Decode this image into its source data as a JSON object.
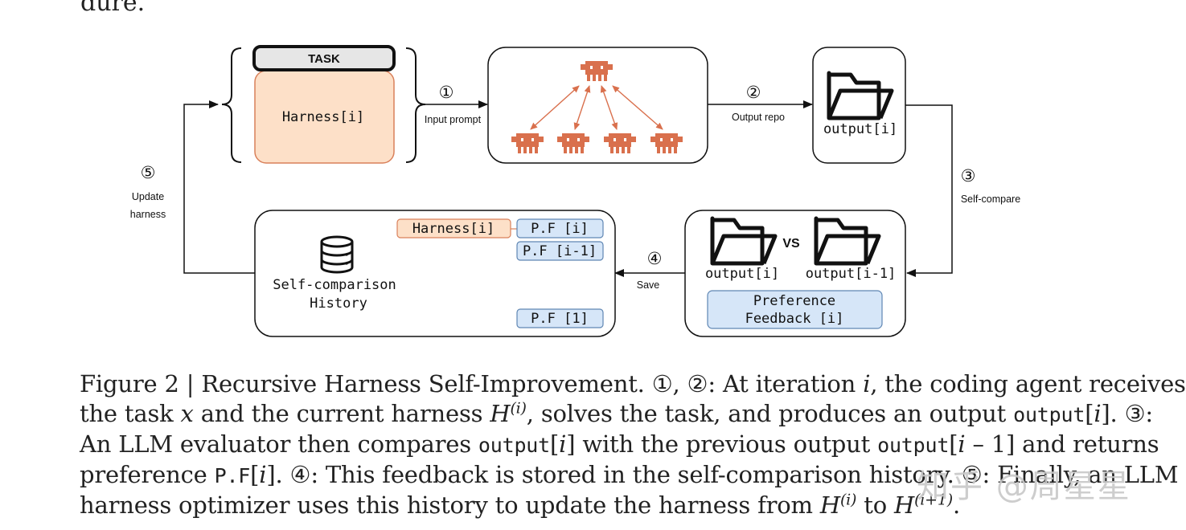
{
  "top_fragment": "dure.",
  "diagram": {
    "task_label": "TASK",
    "harness_label": "Harness[i]",
    "step1_num": "①",
    "step1_label": "Input prompt",
    "step2_num": "②",
    "step2_label": "Output repo",
    "output_label": "output[i]",
    "step3_num": "③",
    "step3_label": "Self-compare",
    "vs_label": "VS",
    "compare_left_label": "output[i]",
    "compare_right_label": "output[i-1]",
    "pref_line1": "Preference",
    "pref_line2": "Feedback [i]",
    "step4_num": "④",
    "step4_label": "Save",
    "history_line1": "Self-comparison",
    "history_line2": "History",
    "history_harness": "Harness[i]",
    "pf_i": "P.F [i]",
    "pf_i_minus_1": "P.F [i-1]",
    "pf_1": "P.F [1]",
    "step5_num": "⑤",
    "step5_line1": "Update",
    "step5_line2": "harness",
    "colors": {
      "agent": "#d9704d",
      "harness_fill": "#fde0c8",
      "harness_stroke": "#d9805a",
      "pf_fill": "#d6e6f8",
      "pf_stroke": "#5f86b3",
      "task_fill": "#e6e6e6"
    }
  },
  "caption": {
    "l1_a": "Figure 2 | Recursive Harness Self-Improvement. ①, ②: At iteration ",
    "l1_i": "i",
    "l1_b": ", the coding agent receives",
    "l2_a": "the task ",
    "l2_x": "x",
    "l2_b": " and the current harness ",
    "l2_H": "H",
    "l2_sup": "(i)",
    "l2_c": ", solves the task, and produces an output ",
    "l2_m": "output",
    "l2_d": "[",
    "l2_i": "i",
    "l2_e": "]. ③:",
    "l3_a": "An LLM evaluator then compares ",
    "l3_m1": "output",
    "l3_b": "[",
    "l3_i1": "i",
    "l3_c": "] with the previous output ",
    "l3_m2": "output",
    "l3_d": "[",
    "l3_i2": "i",
    "l3_e": " – 1] and returns",
    "l4_a": "preference ",
    "l4_m": "P.F",
    "l4_b": "[",
    "l4_i": "i",
    "l4_c": "]. ④: This feedback is stored in the self-comparison history. ⑤: Finally, an LLM",
    "l5_a": "harness optimizer uses this history to update the harness from ",
    "l5_H1": "H",
    "l5_sup1": "(i)",
    "l5_b": " to ",
    "l5_H2": "H",
    "l5_sup2": "(i+1)",
    "l5_c": "."
  },
  "watermark": "知乎 @周星星"
}
